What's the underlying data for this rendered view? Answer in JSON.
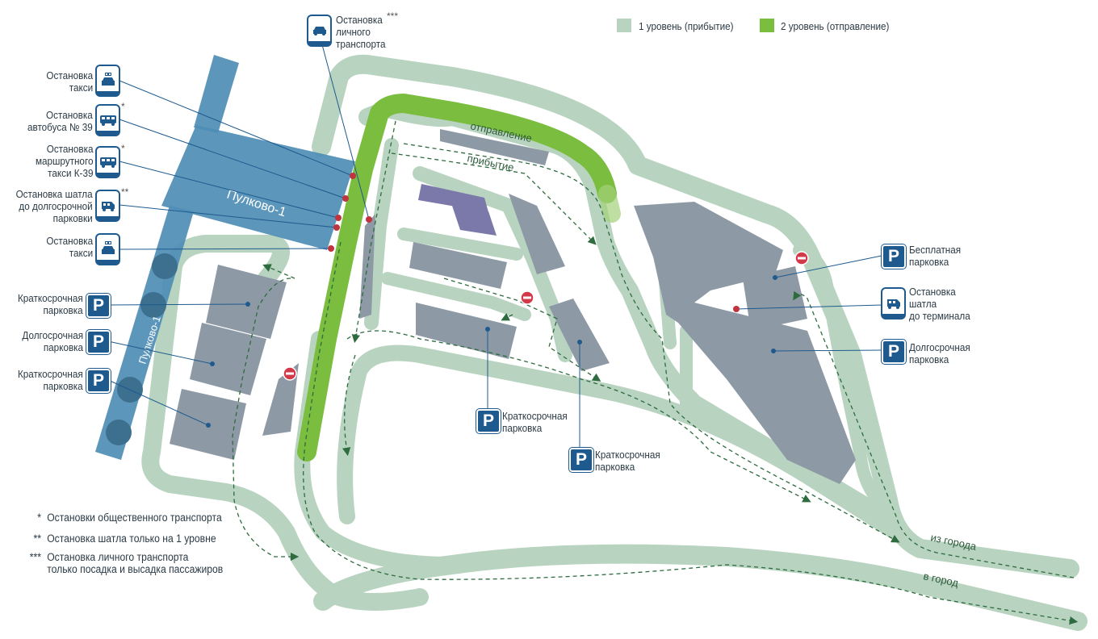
{
  "legend": {
    "level1": {
      "label": "1 уровень (прибытие)",
      "color": "#b8d4c0"
    },
    "level2": {
      "label": "2 уровень (отправление)",
      "color": "#7bbd3f"
    }
  },
  "colors": {
    "road": "#b8d4c0",
    "departure": "#7bbd3f",
    "terminal": "#4e8db5",
    "building": "#8e99a6",
    "icon_blue": "#1e5a8e",
    "route_arrow": "#2e6b3e",
    "no_entry": "#d23a4a"
  },
  "terminal": {
    "name": "Пулково-1",
    "pier_name": "Пулково-1"
  },
  "road_labels": {
    "departure": "отправление",
    "arrival": "прибытие",
    "from_city": "из города",
    "to_city": "в город"
  },
  "stops_left": [
    {
      "lines": [
        "Остановка",
        "такси"
      ],
      "icon": "taxi-icon",
      "star": ""
    },
    {
      "lines": [
        "Остановка",
        "автобуса № 39"
      ],
      "icon": "bus-icon",
      "star": "*"
    },
    {
      "lines": [
        "Остановка",
        "маршрутного",
        "такси К-39"
      ],
      "icon": "minibus-icon",
      "star": "*"
    },
    {
      "lines": [
        "Остановка шатла",
        "до долгосрочной",
        "парковки"
      ],
      "icon": "shuttle-icon",
      "star": "**"
    },
    {
      "lines": [
        "Остановка",
        "такси"
      ],
      "icon": "taxi-icon",
      "star": ""
    }
  ],
  "private_stop": {
    "lines": [
      "Остановка",
      "личного",
      "транспорта"
    ],
    "icon": "car-icon",
    "star": "***"
  },
  "parking_left": [
    {
      "lines": [
        "Краткосрочная",
        "парковка"
      ]
    },
    {
      "lines": [
        "Долгосрочная",
        "парковка"
      ]
    },
    {
      "lines": [
        "Краткосрочная",
        "парковка"
      ]
    }
  ],
  "parking_center": [
    {
      "lines": [
        "Краткосрочная",
        "парковка"
      ]
    },
    {
      "lines": [
        "Краткосрочная",
        "парковка"
      ]
    }
  ],
  "parking_right": [
    {
      "lines": [
        "Бесплатная",
        "парковка"
      ],
      "icon": "parking-icon"
    },
    {
      "lines": [
        "Остановка",
        "шатла",
        "до терминала"
      ],
      "icon": "shuttle-icon"
    },
    {
      "lines": [
        "Долгосрочная",
        "парковка"
      ],
      "icon": "parking-icon"
    }
  ],
  "footnotes": [
    {
      "mark": "*",
      "text": [
        "Остановки общественного транспорта"
      ]
    },
    {
      "mark": "**",
      "text": [
        "Остановка шатла только на 1 уровне"
      ]
    },
    {
      "mark": "***",
      "text": [
        "Остановка личного транспорта",
        "только посадка и высадка пассажиров"
      ]
    }
  ],
  "parking_symbol": "P"
}
